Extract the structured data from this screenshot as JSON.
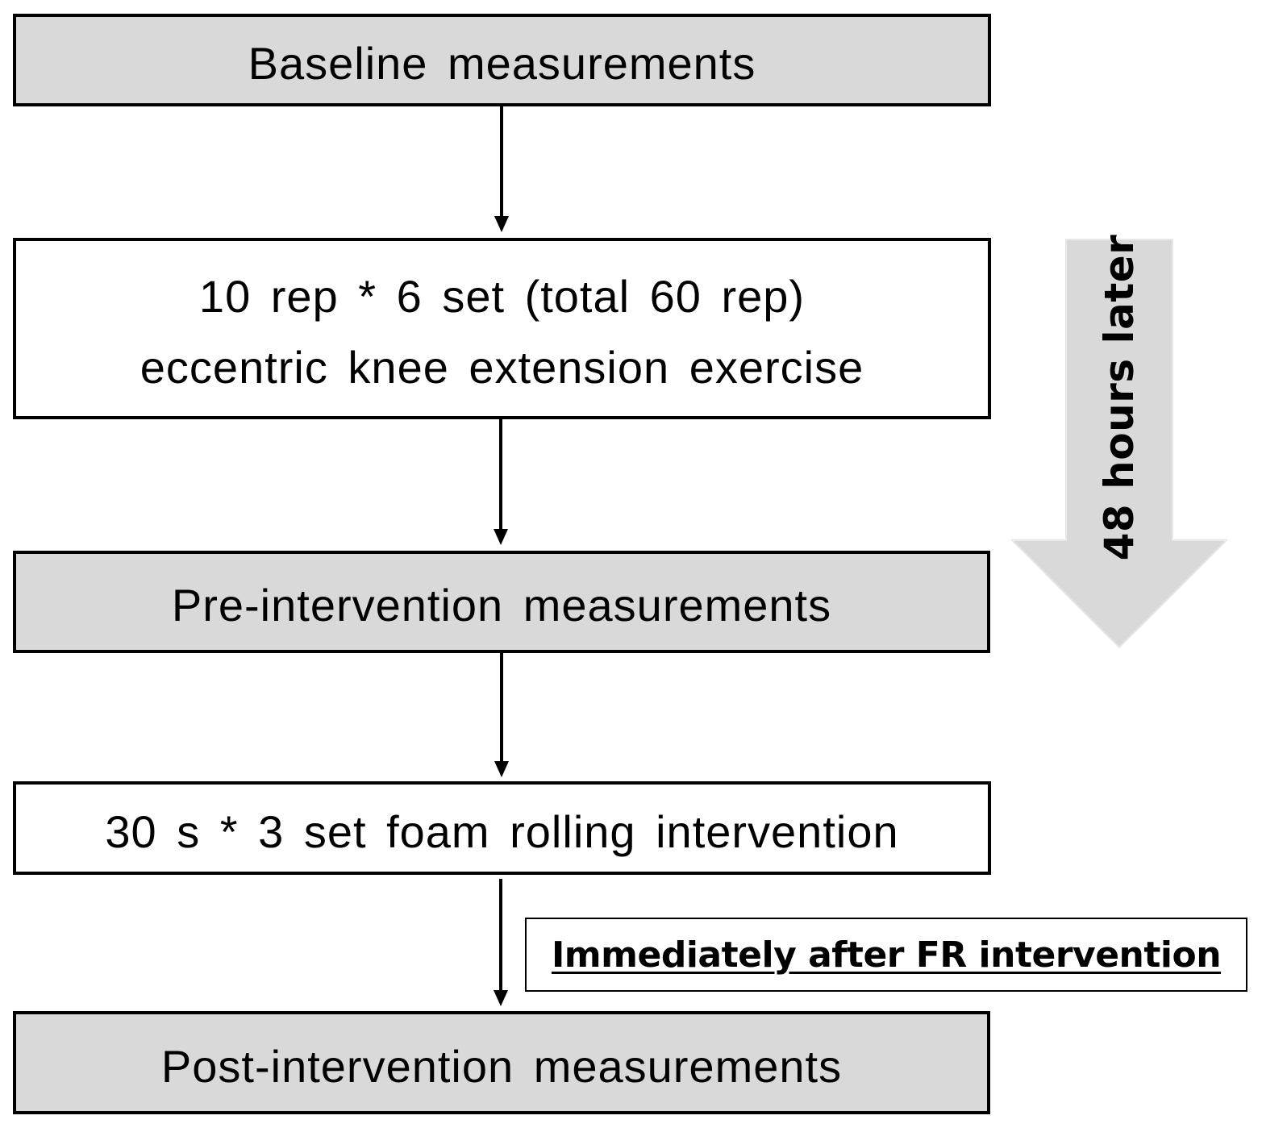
{
  "steps": {
    "baseline": "Baseline measurements",
    "exercise_line1": "10 rep * 6 set (total 60 rep)",
    "exercise_line2": "eccentric knee extension exercise",
    "pre": "Pre-intervention measurements",
    "foam": "30 s * 3 set foam rolling intervention",
    "post": "Post-intervention measurements"
  },
  "time_arrow": {
    "label": "48 hours later"
  },
  "note": {
    "label": "Immediately after FR intervention"
  },
  "colors": {
    "shaded_box": "#d9d9d9",
    "plain_box": "#ffffff",
    "border": "#000000",
    "time_arrow": "#d9d9d9"
  }
}
